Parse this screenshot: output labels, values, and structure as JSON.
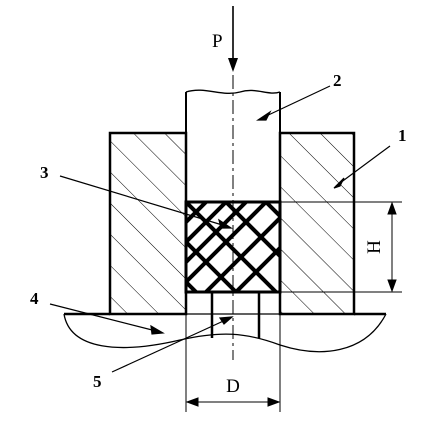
{
  "labels": {
    "force": "P",
    "part_1": "1",
    "part_2": "2",
    "part_3": "3",
    "part_4": "4",
    "part_5": "5",
    "height": "H",
    "diameter": "D"
  },
  "colors": {
    "stroke": "#000000",
    "background": "#ffffff"
  }
}
